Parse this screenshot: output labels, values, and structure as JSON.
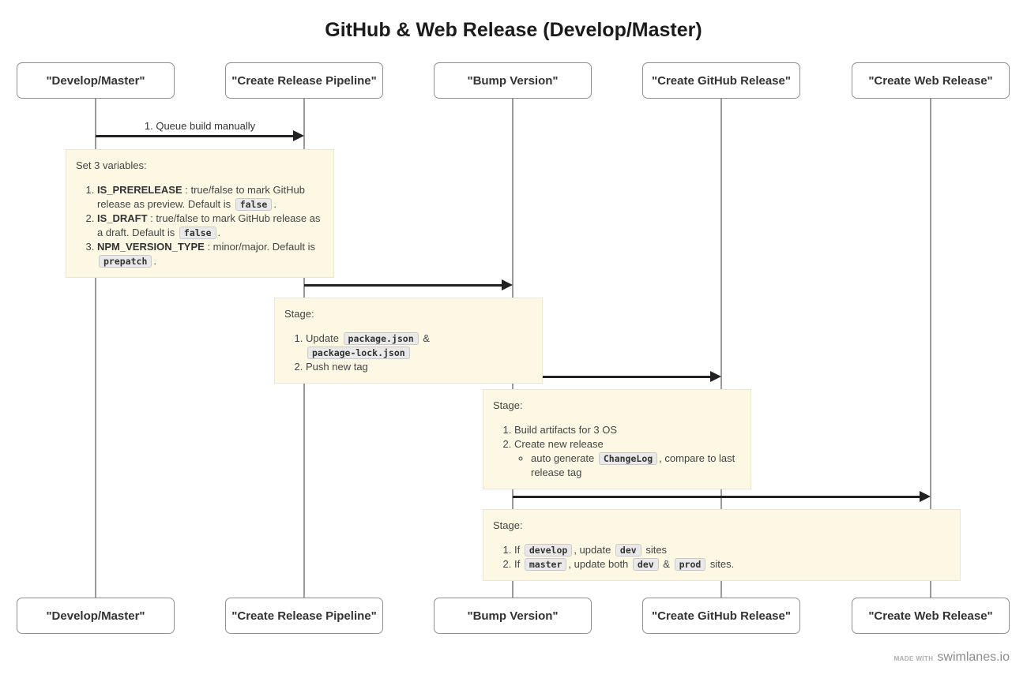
{
  "title": "GitHub & Web Release (Develop/Master)",
  "lanes": [
    "\"Develop/Master\"",
    "\"Create Release Pipeline\"",
    "\"Bump Version\"",
    "\"Create GitHub Release\"",
    "\"Create Web Release\""
  ],
  "arrows": [
    {
      "from": 0,
      "to": 1,
      "label": "1. Queue build manually"
    },
    {
      "from": 1,
      "to": 2,
      "label": ""
    },
    {
      "from": 2,
      "to": 3,
      "label": ""
    },
    {
      "from": 2,
      "to": 4,
      "label": ""
    }
  ],
  "notes": [
    {
      "from": 0,
      "to": 1,
      "title": "Set 3 variables:",
      "items": [
        {
          "segments": [
            {
              "t": "b",
              "v": "IS_PRERELEASE"
            },
            {
              "t": "text",
              "v": ": true/false to mark GitHub release as preview. Default is"
            },
            {
              "t": "code",
              "v": "false"
            },
            {
              "t": "text",
              "v": "."
            }
          ]
        },
        {
          "segments": [
            {
              "t": "b",
              "v": "IS_DRAFT"
            },
            {
              "t": "text",
              "v": ": true/false to mark GitHub release as a draft. Default is"
            },
            {
              "t": "code",
              "v": "false"
            },
            {
              "t": "text",
              "v": "."
            }
          ]
        },
        {
          "segments": [
            {
              "t": "b",
              "v": "NPM_VERSION_TYPE"
            },
            {
              "t": "text",
              "v": ": minor/major. Default is"
            },
            {
              "t": "code",
              "v": "prepatch"
            },
            {
              "t": "text",
              "v": "."
            }
          ]
        }
      ]
    },
    {
      "from": 1,
      "to": 2,
      "title": "Stage:",
      "items": [
        {
          "segments": [
            {
              "t": "text",
              "v": "Update"
            },
            {
              "t": "code",
              "v": "package.json"
            },
            {
              "t": "text",
              "v": "&"
            },
            {
              "t": "code",
              "v": "package-lock.json"
            }
          ]
        },
        {
          "segments": [
            {
              "t": "text",
              "v": "Push new tag"
            }
          ]
        }
      ]
    },
    {
      "from": 2,
      "to": 3,
      "title": "Stage:",
      "items": [
        {
          "segments": [
            {
              "t": "text",
              "v": "Build artifacts for 3 OS"
            }
          ]
        },
        {
          "segments": [
            {
              "t": "text",
              "v": "Create new release"
            }
          ],
          "sub": [
            {
              "segments": [
                {
                  "t": "text",
                  "v": "auto generate"
                },
                {
                  "t": "code",
                  "v": "ChangeLog"
                },
                {
                  "t": "text",
                  "v": ", compare to last release tag"
                }
              ]
            }
          ]
        }
      ]
    },
    {
      "from": 2,
      "to": 4,
      "title": "Stage:",
      "items": [
        {
          "segments": [
            {
              "t": "text",
              "v": "If"
            },
            {
              "t": "code",
              "v": "develop"
            },
            {
              "t": "text",
              "v": ", update"
            },
            {
              "t": "code",
              "v": "dev"
            },
            {
              "t": "text",
              "v": "sites"
            }
          ]
        },
        {
          "segments": [
            {
              "t": "text",
              "v": "If"
            },
            {
              "t": "code",
              "v": "master"
            },
            {
              "t": "text",
              "v": ", update both"
            },
            {
              "t": "code",
              "v": "dev"
            },
            {
              "t": "text",
              "v": "&"
            },
            {
              "t": "code",
              "v": "prod"
            },
            {
              "t": "text",
              "v": "sites."
            }
          ]
        }
      ]
    }
  ],
  "footer": {
    "made_with": "MADE WITH",
    "brand": "swimlanes.io"
  },
  "colors": {
    "note_bg": "#fcf8e3",
    "note_border": "#eee7cd",
    "arrow": "#222222",
    "lane_line": "#9a9a9a",
    "box_border": "#8f8f8f",
    "text": "#333333",
    "code_bg": "#e9e9e9",
    "code_border": "#c9c9c9",
    "footer_text": "#8b8b8b"
  }
}
